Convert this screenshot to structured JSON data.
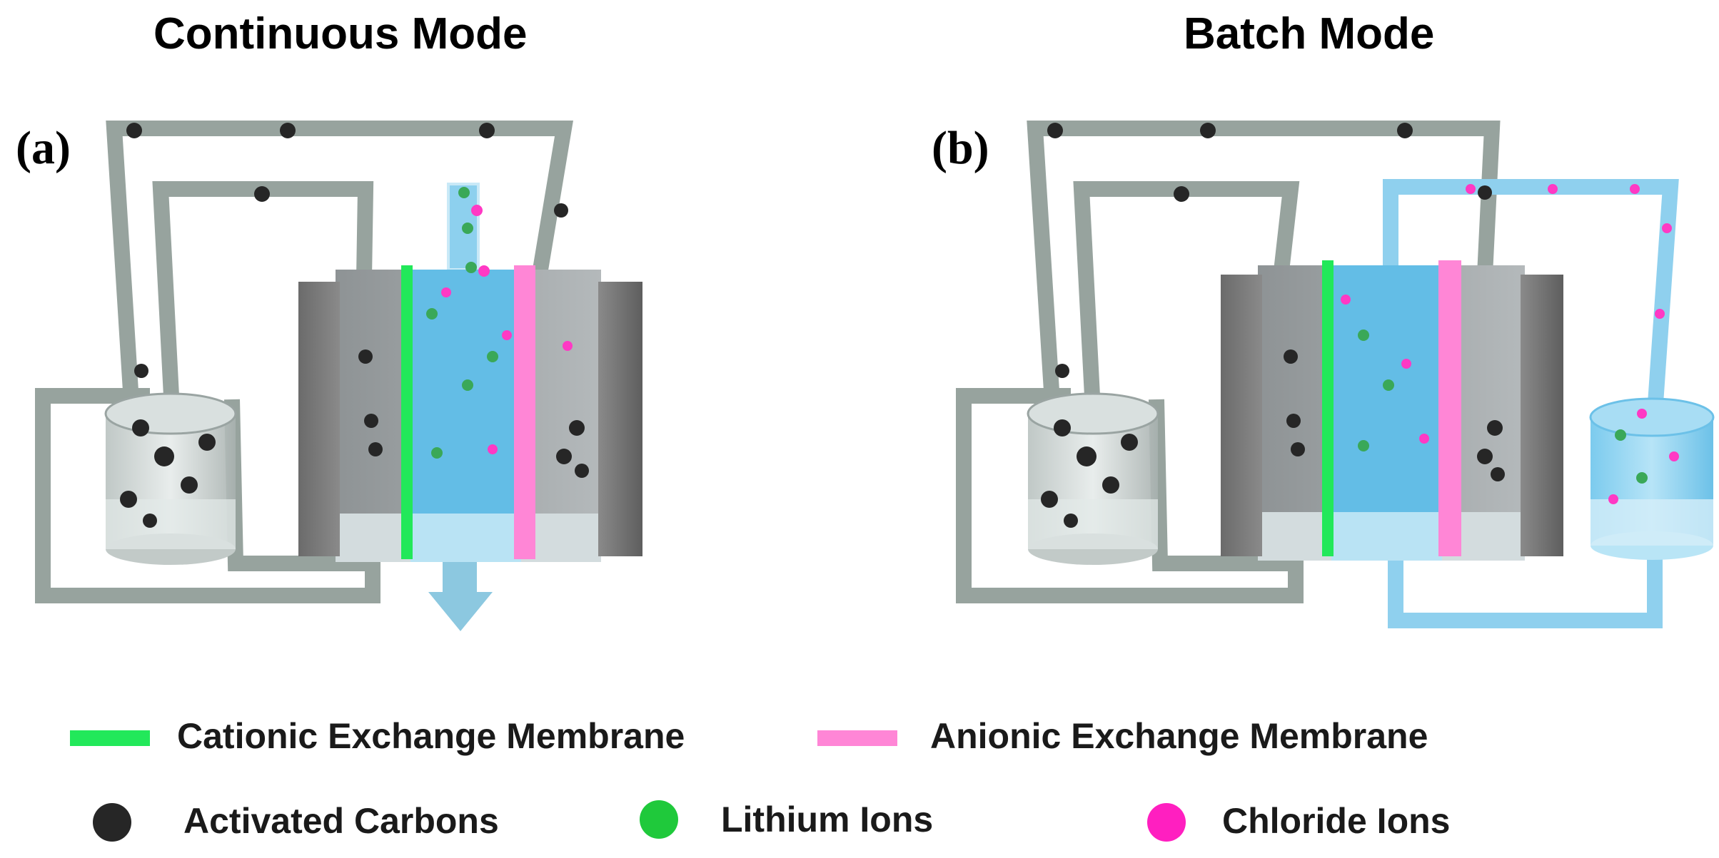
{
  "panels": [
    {
      "title": "Continuous Mode",
      "label": "(a)"
    },
    {
      "title": "Batch Mode",
      "label": "(b)"
    }
  ],
  "legend": {
    "membranes": [
      {
        "label": "Cationic Exchange Membrane",
        "color": "#22e85a"
      },
      {
        "label": "Anionic Exchange Membrane",
        "color": "#ff86d6"
      }
    ],
    "particles": [
      {
        "label": "Activated Carbons",
        "color": "#262626"
      },
      {
        "label": "Lithium Ions",
        "color": "#1fc93b"
      },
      {
        "label": "Chloride Ions",
        "color": "#ff1fc0"
      }
    ]
  },
  "colors": {
    "tube_grey": "#97a39e",
    "channel_blue": "#63bde6",
    "electrode_dark": "#6f6f6f",
    "housing_grey": "#9ea3a5"
  }
}
